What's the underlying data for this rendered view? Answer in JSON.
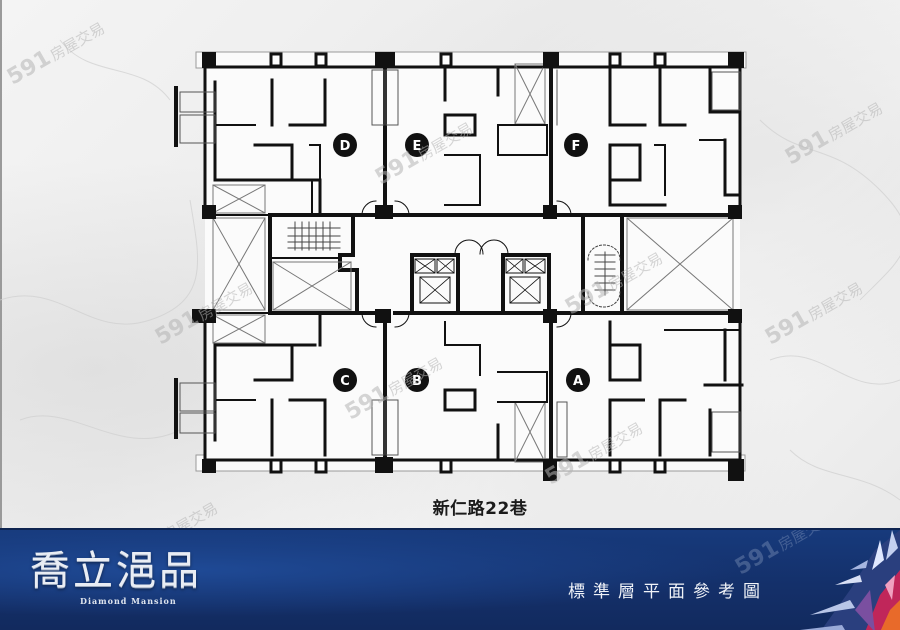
{
  "header": {
    "street_label": "新仁路22巷"
  },
  "units": {
    "top": [
      {
        "id": "D",
        "label": "D"
      },
      {
        "id": "E",
        "label": "E"
      },
      {
        "id": "F",
        "label": "F"
      }
    ],
    "bottom": [
      {
        "id": "C",
        "label": "C"
      },
      {
        "id": "B",
        "label": "B"
      },
      {
        "id": "A",
        "label": "A"
      }
    ]
  },
  "banner": {
    "brand_title": "喬立浥品",
    "brand_subtitle": "Diamond Mansion",
    "caption": "標準層平面參考圖"
  },
  "watermark": {
    "number": "591",
    "text": "房屋交易"
  },
  "colors": {
    "banner_blue": "#14306a",
    "wall": "#111111",
    "background": "#f1f1f1",
    "caption_text": "#f0f3f8"
  }
}
